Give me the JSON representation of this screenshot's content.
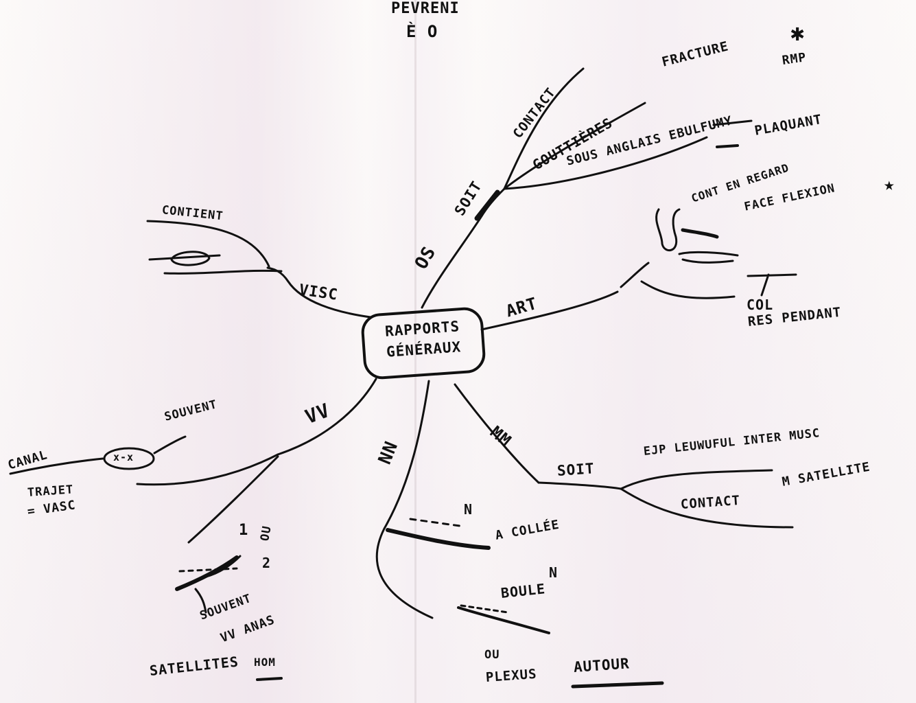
{
  "nodes": {
    "top_note_1": "PEVRENI",
    "top_note_2": "È O",
    "center_line1": "RAPPORTS",
    "center_line2": "GÉNÉRAUX",
    "os_label": "OS",
    "os_soit": "SOIT",
    "os_contact": "CONTACT",
    "os_gouttieres": "GOUTTIÈRES",
    "os_fracture": "FRACTURE",
    "os_star_sub": "RMP",
    "os_sous": "SOUS ANGLAIS EBULFUMY",
    "os_plaquant": "PLAQUANT",
    "art_label": "ART",
    "art_cont": "CONT EN REGARD",
    "art_face": "FACE FLEXION",
    "art_col": "COL",
    "art_res": "RES PENDANT",
    "visc_label": "VISC",
    "visc_contient": "CONTIENT",
    "vv_label": "VV",
    "vv_souvent": "SOUVENT",
    "vv_canal": "CANAL",
    "vv_xox": "x-x",
    "vv_trajet": "TRAJET",
    "vv_vase": "= VASC",
    "vv_1": "1",
    "vv_ou": "OU",
    "vv_2": "2",
    "vv_souvent2": "SOUVENT",
    "vv_anas": "VV ANAS",
    "vv_satellites": "SATELLITES",
    "vv_hom": "HOM",
    "nn_label": "NN",
    "nn_n1": "N",
    "nn_accolee": "A COLLÉE",
    "nn_n2": "N",
    "nn_boule": "BOULE",
    "nn_ou": "OU",
    "nn_plexus": "PLEXUS",
    "nn_autour": "AUTOUR",
    "mm_label": "MM",
    "mm_soit": "SOIT",
    "mm_ejp": "EJP LEUWUFUL INTER MUSC",
    "mm_contact": "CONTACT",
    "mm_satellite": "M SATELLITE"
  }
}
